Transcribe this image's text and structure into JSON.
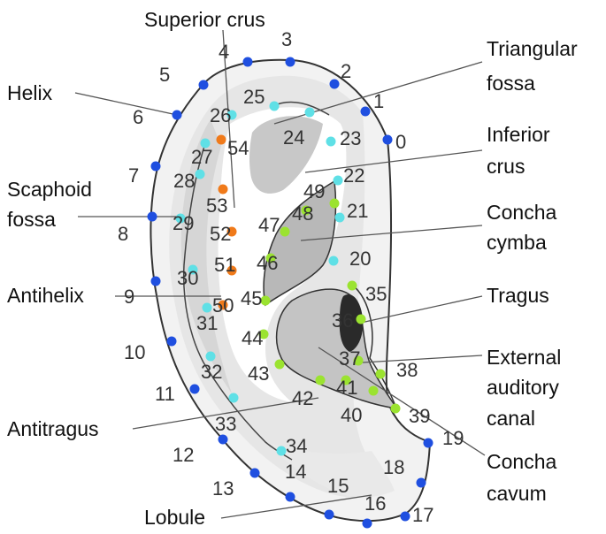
{
  "labels": {
    "superior_crus": "Superior crus",
    "helix": "Helix",
    "scaphoid_fossa_1": "Scaphoid",
    "scaphoid_fossa_2": "fossa",
    "antihelix": "Antihelix",
    "antitragus": "Antitragus",
    "lobule": "Lobule",
    "triangular_fossa_1": "Triangular",
    "triangular_fossa_2": "fossa",
    "inferior_crus_1": "Inferior",
    "inferior_crus_2": "crus",
    "concha_cymba_1": "Concha",
    "concha_cymba_2": "cymba",
    "tragus": "Tragus",
    "external_auditory_canal_1": "External",
    "external_auditory_canal_2": "auditory",
    "external_auditory_canal_3": "canal",
    "concha_cavum_1": "Concha",
    "concha_cavum_2": "cavum"
  },
  "landmarks": [
    {
      "id": "0",
      "color": "#1f4fe0"
    },
    {
      "id": "1",
      "color": "#1f4fe0"
    },
    {
      "id": "2",
      "color": "#1f4fe0"
    },
    {
      "id": "3",
      "color": "#1f4fe0"
    },
    {
      "id": "4",
      "color": "#1f4fe0"
    },
    {
      "id": "5",
      "color": "#1f4fe0"
    },
    {
      "id": "6",
      "color": "#1f4fe0"
    },
    {
      "id": "7",
      "color": "#1f4fe0"
    },
    {
      "id": "8",
      "color": "#1f4fe0"
    },
    {
      "id": "9",
      "color": "#1f4fe0"
    },
    {
      "id": "10",
      "color": "#1f4fe0"
    },
    {
      "id": "11",
      "color": "#1f4fe0"
    },
    {
      "id": "12",
      "color": "#1f4fe0"
    },
    {
      "id": "13",
      "color": "#1f4fe0"
    },
    {
      "id": "14",
      "color": "#1f4fe0"
    },
    {
      "id": "15",
      "color": "#1f4fe0"
    },
    {
      "id": "16",
      "color": "#1f4fe0"
    },
    {
      "id": "17",
      "color": "#1f4fe0"
    },
    {
      "id": "18",
      "color": "#1f4fe0"
    },
    {
      "id": "19",
      "color": "#1f4fe0"
    },
    {
      "id": "20",
      "color": "#5fe0e6"
    },
    {
      "id": "21",
      "color": "#5fe0e6"
    },
    {
      "id": "22",
      "color": "#5fe0e6"
    },
    {
      "id": "23",
      "color": "#5fe0e6"
    },
    {
      "id": "24",
      "color": "#5fe0e6"
    },
    {
      "id": "25",
      "color": "#5fe0e6"
    },
    {
      "id": "26",
      "color": "#5fe0e6"
    },
    {
      "id": "27",
      "color": "#5fe0e6"
    },
    {
      "id": "28",
      "color": "#5fe0e6"
    },
    {
      "id": "29",
      "color": "#5fe0e6"
    },
    {
      "id": "30",
      "color": "#5fe0e6"
    },
    {
      "id": "31",
      "color": "#5fe0e6"
    },
    {
      "id": "32",
      "color": "#5fe0e6"
    },
    {
      "id": "33",
      "color": "#5fe0e6"
    },
    {
      "id": "34",
      "color": "#5fe0e6"
    },
    {
      "id": "35",
      "color": "#9be330"
    },
    {
      "id": "36",
      "color": "#9be330"
    },
    {
      "id": "37",
      "color": "#9be330"
    },
    {
      "id": "38",
      "color": "#9be330"
    },
    {
      "id": "39",
      "color": "#9be330"
    },
    {
      "id": "40",
      "color": "#9be330"
    },
    {
      "id": "41",
      "color": "#9be330"
    },
    {
      "id": "42",
      "color": "#9be330"
    },
    {
      "id": "43",
      "color": "#9be330"
    },
    {
      "id": "44",
      "color": "#9be330"
    },
    {
      "id": "45",
      "color": "#9be330"
    },
    {
      "id": "46",
      "color": "#9be330"
    },
    {
      "id": "47",
      "color": "#9be330"
    },
    {
      "id": "48",
      "color": "#9be330"
    },
    {
      "id": "49",
      "color": "#9be330"
    },
    {
      "id": "50",
      "color": "#f07a1a"
    },
    {
      "id": "51",
      "color": "#f07a1a"
    },
    {
      "id": "52",
      "color": "#f07a1a"
    },
    {
      "id": "53",
      "color": "#f07a1a"
    },
    {
      "id": "54",
      "color": "#f07a1a"
    }
  ]
}
